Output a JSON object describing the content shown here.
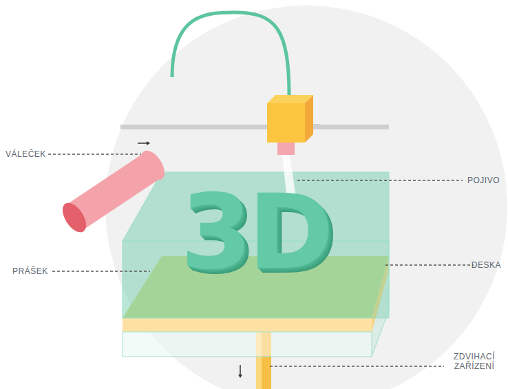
{
  "diagram": {
    "labels": [
      "VÁLEČEK",
      "POJIVO",
      "3D",
      "PRÁŠEK",
      "DESKA",
      "ZDVIHACÍ ZAŘÍZENÍ"
    ]
  }
}
